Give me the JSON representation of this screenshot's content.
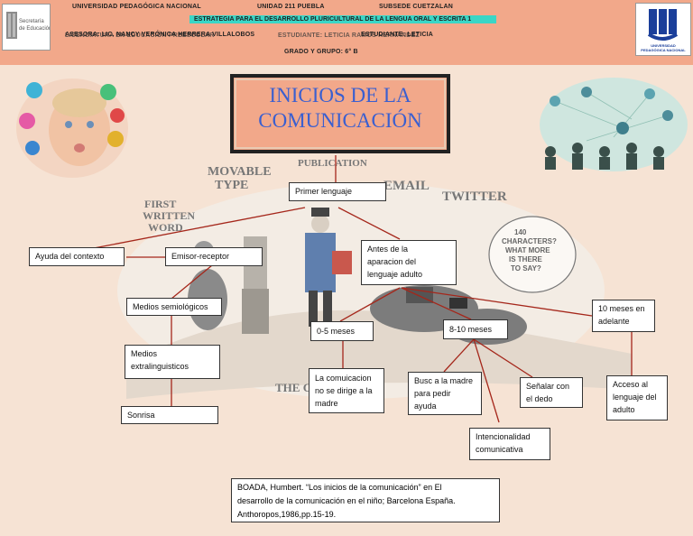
{
  "header": {
    "line1_university": "UNIVERSIDAD PEDAGÓGICA NACIONAL",
    "line1_unit": "UNIDAD 211 PUEBLA",
    "line1_subsede": "SUBSEDE CUETZALAN",
    "line2_course": "ESTRATEGIA PARA EL DESARROLLO PLURICULTURAL DE LA LENGUA ORAL Y ESCRITA 1",
    "line3_professor": "ASESORA: LIC. NANCY VERÓNICA HERRERA VILLALOBOS",
    "line3_student": "ESTUDIANTE: LETICIA",
    "line3_overlap_a": "LICENCIATURA EN EDUCACIÓN PREESCOLAR",
    "line3_overlap_b": "ESTUDIANTE: LETICIA RAMOS HERNÁNDEZ",
    "line4_group": "GRADO Y GRUPO: 6° B",
    "logo_left_text": "Secretaría de Educación",
    "logo_right_text": "UNIVERSIDAD PEDAGÓGICA NACIONAL"
  },
  "title": "INICIOS DE LA\nCOMUNICACIÓN",
  "nodes": {
    "primer_lenguaje": "Primer lenguaje",
    "antes_aparicion": "Antes de la\naparacion del\nlenguaje adulto",
    "ayuda_contexto": "Ayuda del contexto",
    "emisor_receptor": "Emisor-receptor",
    "medios_semiologicos": "Medios semiológicos",
    "medios_extra": "Medios\nextralinguisticos",
    "sonrisa": "Sonrisa",
    "meses_0_5": "0-5 meses",
    "meses_8_10": "8-10 meses",
    "meses_10_adelante": "10 meses en\nadelante",
    "comunicacion_no_dirige": "La comuicacion\nno se dirige a la\nmadre",
    "busca_madre": "Busc a la madre\npara pedir\nayuda",
    "senalar_dedo": "Señalar con\nel dedo",
    "acceso_lenguaje": "Acceso al\nlenguaje del\nadulto",
    "intencionalidad": "Intencionalidad\ncomunicativa"
  },
  "reference": "BOADA, Humbert. “Los inicios de la comunicación” en El\ndesarrollo de la comunicación en el niño; Barcelona España.\nAnthoropos,1986,pp.15-19.",
  "cartoon_labels": {
    "movable_type": "MOVABLE\nTYPE",
    "first_written_word": "FIRST\nWRITTEN\nWORD",
    "publication": "PUBLICATION",
    "email": "EMAIL",
    "twitter": "TWITTER",
    "speech": "140\nCHARACTERS?\nWHAT MORE\nIS THERE\nTO SAY?",
    "the_c": "THE C"
  },
  "colors": {
    "header_bg": "#f2a88a",
    "title_text": "#3a5fd0",
    "connector": "#a5271b",
    "page_bg": "#f6e3d4"
  }
}
